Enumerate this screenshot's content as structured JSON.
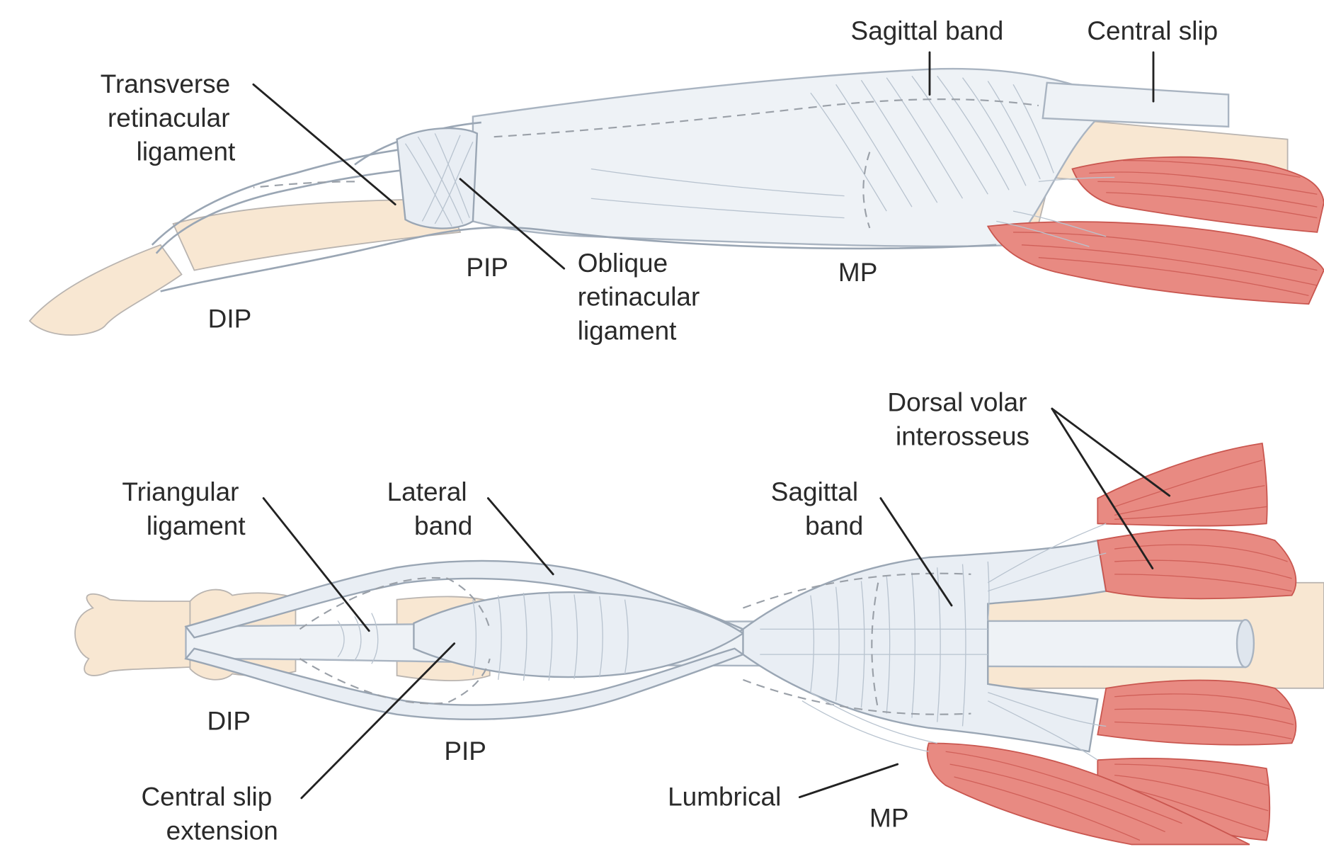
{
  "top_view": {
    "labels": {
      "sagittal_band": "Sagittal band",
      "central_slip": "Central slip",
      "transverse_retinacular": [
        "Transverse",
        "retinacular",
        "ligament"
      ],
      "oblique_retinacular": [
        "Oblique",
        "retinacular",
        "ligament"
      ],
      "pip": "PIP",
      "dip": "DIP",
      "mp": "MP"
    }
  },
  "bottom_view": {
    "labels": {
      "dorsal_volar_interosseus": [
        "Dorsal volar",
        "interosseus"
      ],
      "triangular_ligament": [
        "Triangular",
        "ligament"
      ],
      "lateral_band": [
        "Lateral",
        "band"
      ],
      "sagittal_band": [
        "Sagittal",
        "band"
      ],
      "dip": "DIP",
      "pip": "PIP",
      "central_slip_extension": [
        "Central slip",
        "extension"
      ],
      "lumbrical": "Lumbrical",
      "mp": "MP"
    }
  },
  "colors": {
    "bone": "#f8e7d2",
    "tendon": "#eef2f6",
    "muscle": "#e88a82",
    "leader_line": "#222222"
  }
}
